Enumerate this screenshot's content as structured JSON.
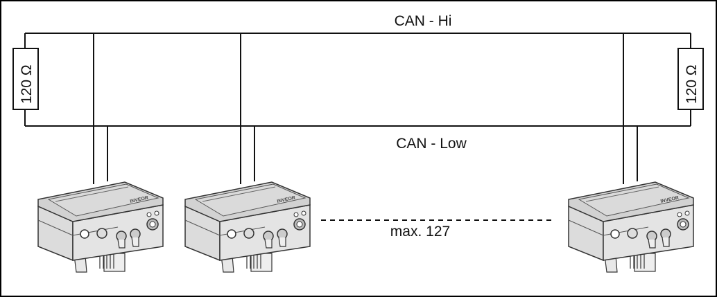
{
  "bus": {
    "hi_label": "CAN - Hi",
    "low_label": "CAN - Low"
  },
  "terminators": [
    {
      "label": "120 Ω"
    },
    {
      "label": "120 Ω"
    }
  ],
  "devices": [
    {
      "brand": "INVEOR"
    },
    {
      "brand": "INVEOR"
    },
    {
      "brand": "INVEOR"
    }
  ],
  "max_nodes_label": "max. 127"
}
